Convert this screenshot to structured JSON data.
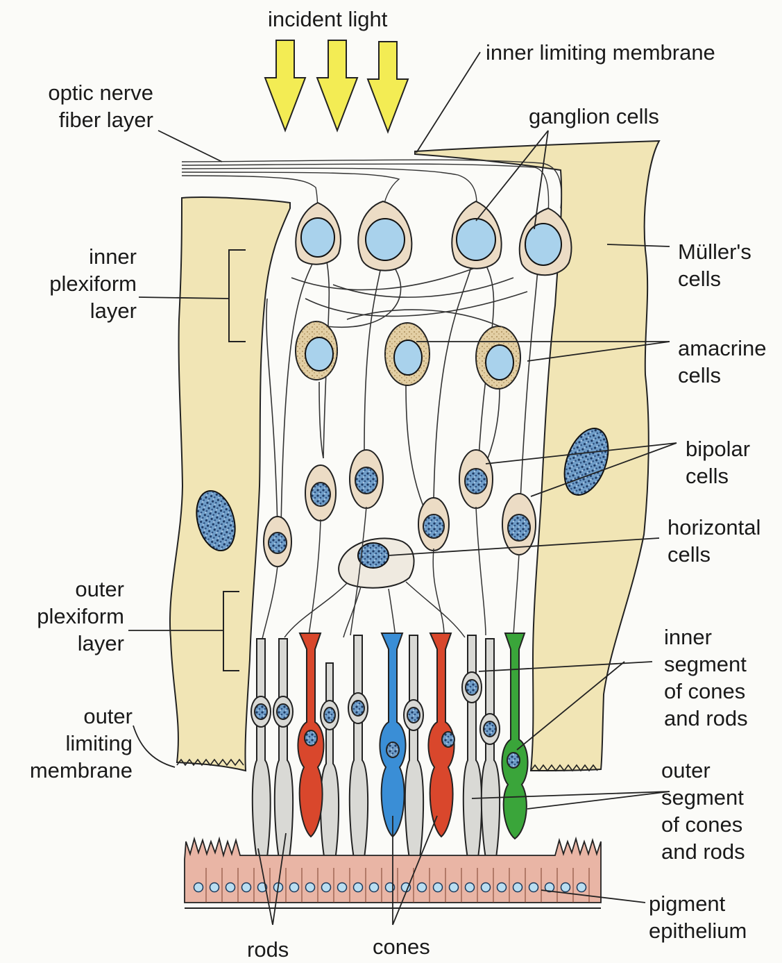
{
  "labels": {
    "incident_light": "incident light",
    "inner_limiting_membrane": "inner limiting membrane",
    "optic_nerve_fiber_layer": "optic nerve\nfiber layer",
    "ganglion_cells": "ganglion cells",
    "inner_plexiform_layer": "inner\nplexiform\nlayer",
    "muller_cells": "Müller's\ncells",
    "amacrine_cells": "amacrine\ncells",
    "bipolar_cells": "bipolar\ncells",
    "horizontal_cells": "horizontal\ncells",
    "outer_plexiform_layer": "outer\nplexiform\nlayer",
    "inner_segment": "inner\nsegment\nof cones\nand rods",
    "outer_limiting_membrane": "outer\nlimiting\nmembrane",
    "outer_segment": "outer\nsegment\nof cones\nand rods",
    "pigment_epithelium": "pigment\nepithelium",
    "rods": "rods",
    "cones": "cones"
  },
  "colors": {
    "muller": "#f1e5b5",
    "cell_body": "#ecdcc5",
    "nucleus_light": "#a9d2ec",
    "nucleus_dark": "#3e5f86",
    "amacrine": "#e3cfa4",
    "horizontal": "#efeae0",
    "rod": "#d9d9d5",
    "cone_red": "#d9472c",
    "cone_blue": "#3a8ed6",
    "cone_green": "#3aa53a",
    "pigment": "#e9b5a5",
    "arrow": "#f3ec54"
  }
}
